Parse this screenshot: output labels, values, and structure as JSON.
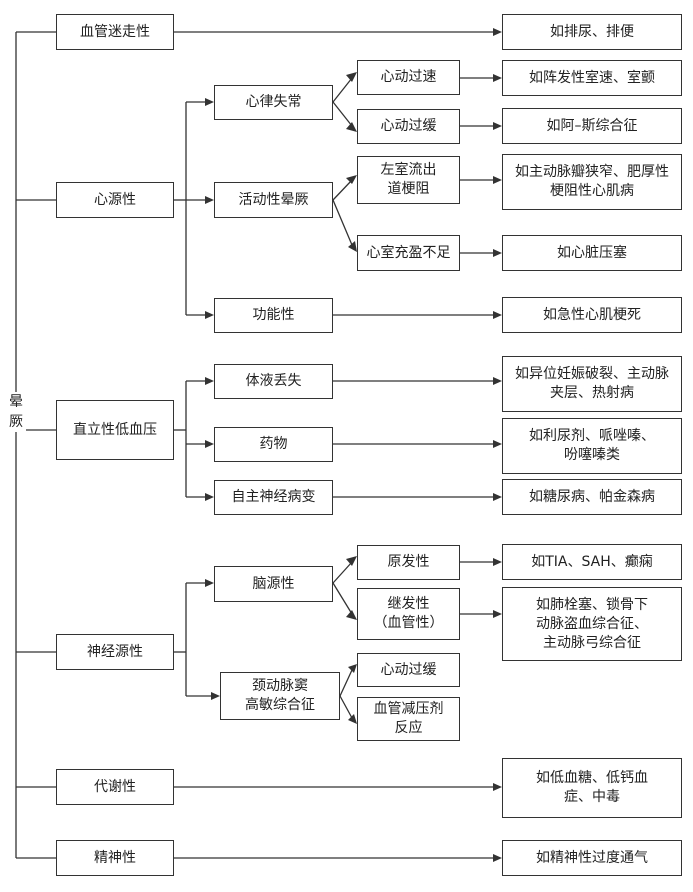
{
  "root": "晕\n厥",
  "categories": {
    "vascular": "血管迷走性",
    "cardiac": "心源性",
    "orthostatic": "直立性低血压",
    "neuro": "神经源性",
    "metabolic": "代谢性",
    "psychiatric": "精神性"
  },
  "subtypes": {
    "arrhythmia": "心律失常",
    "activity_syncope": "活动性晕厥",
    "functional": "功能性",
    "fluid_loss": "体液丢失",
    "drugs": "药物",
    "autonomic": "自主神经病变",
    "cerebral": "脑源性",
    "carotid": "颈动脉窦\n高敏综合征"
  },
  "details": {
    "tachy": "心动过速",
    "brady": "心动过缓",
    "lvot": "左室流出\n道梗阻",
    "underfill": "心室充盈不足",
    "primary": "原发性",
    "secondary": "继发性\n（血管性）",
    "carotid_brady": "心动过缓",
    "vasodepressor": "血管减压剂\n反应"
  },
  "examples": {
    "vascular": "如排尿、排便",
    "tachy": "如阵发性室速、室颤",
    "brady": "如阿–斯综合征",
    "lvot": "如主动脉瓣狭窄、肥厚性\n梗阻性心肌病",
    "underfill": "如心脏压塞",
    "functional": "如急性心肌梗死",
    "fluid_loss": "如异位妊娠破裂、主动脉\n夹层、热射病",
    "drugs": "如利尿剂、哌唑嗪、\n吩噻嗪类",
    "autonomic": "如糖尿病、帕金森病",
    "primary": "如TIA、SAH、癫痫",
    "secondary": "如肺栓塞、锁骨下\n动脉盗血综合征、\n主动脉弓综合征",
    "metabolic": "如低血糖、低钙血\n症、中毒",
    "psychiatric": "如精神性过度通气"
  }
}
